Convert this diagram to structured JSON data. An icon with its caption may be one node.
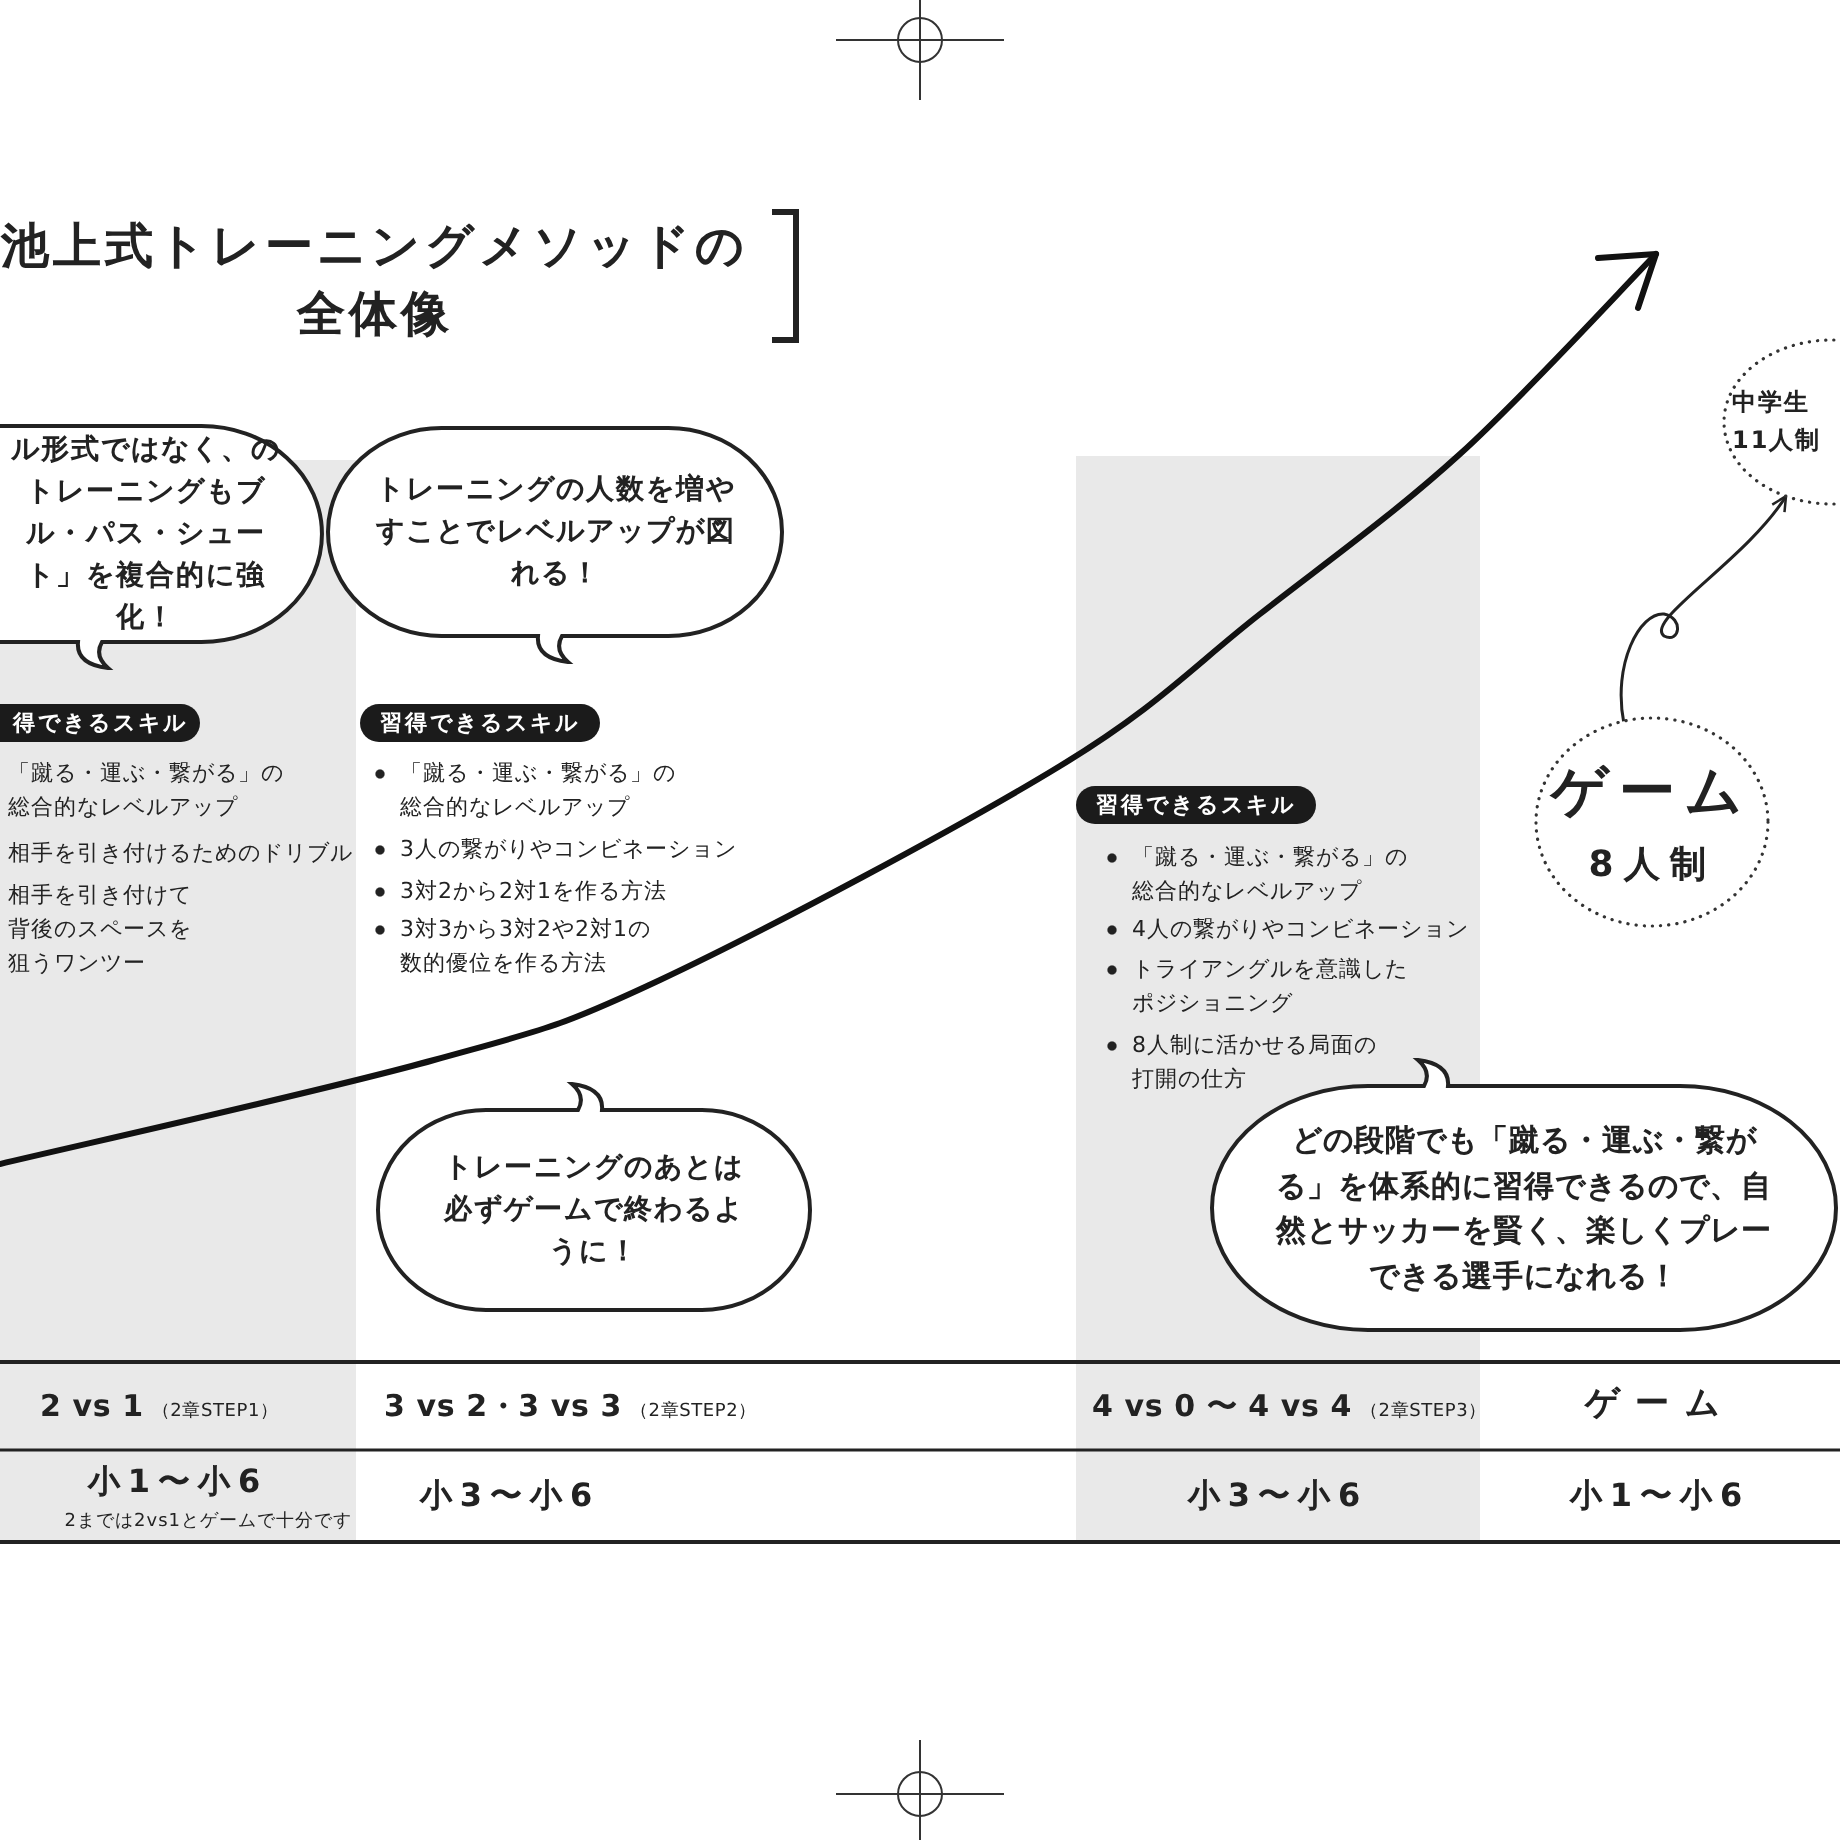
{
  "diagram": {
    "title": "池上式トレーニングメソッドの全体像",
    "nodes": [
      {
        "text": [
          "ル形式ではなく、のトレーニングもブル・パス・シュート」を複合的に強化！"
        ]
      },
      {
        "text": [
          "トレーニングの人数を増やすことでレベルアップが図れる！"
        ]
      },
      {
        "text": [
          "トレーニングのあとは必ずゲームで終わるように！"
        ]
      },
      {
        "text": [
          "どの段階でも「蹴る・運ぶ・繋がる」を体系的に習得できるので、自然とサッカーを賢く、楽しくプレーできる選手になれる！"
        ]
      },
      {
        "text": [
          "ゲーム",
          "8人制"
        ]
      },
      {
        "text": [
          "中学生",
          "11人制"
        ]
      },
      {
        "text": [
          "得できるスキル"
        ]
      },
      {
        "text": [
          "習得できるスキル"
        ]
      },
      {
        "text": [
          "習得できるスキル"
        ]
      }
    ],
    "edges": [
      {
        "from": 4,
        "to": 5,
        "arrow": "to"
      }
    ],
    "labels": [
      "「蹴る・運ぶ・繋がる」の総合的なレベルアップ",
      "相手を引き付けるためのドリブル",
      "相手を引き付けて背後のスペースを狙うワンツー",
      "「蹴る・運ぶ・繋がる」の総合的なレベルアップ",
      "3人の繋がりやコンビネーション",
      "3対2から2対1を作る方法",
      "3対3から3対2や2対1の数的優位を作る方法",
      "「蹴る・運ぶ・繋がる」の総合的なレベルアップ",
      "4人の繋がりやコンビネーション",
      "トライアングルを意識したポジショニング",
      "8人制に活かせる局面の打開の仕方",
      "2 vs 1",
      "（2章STEP1）",
      "3 vs 2・3 vs 3",
      "（2章STEP2）",
      "4 vs 0 〜 4 vs 4",
      "（2章STEP3）",
      "ゲーム",
      "小1〜小6",
      "2までは2vs1とゲームで十分です",
      "小3〜小6",
      "小3〜小6",
      "小1〜小6"
    ]
  }
}
